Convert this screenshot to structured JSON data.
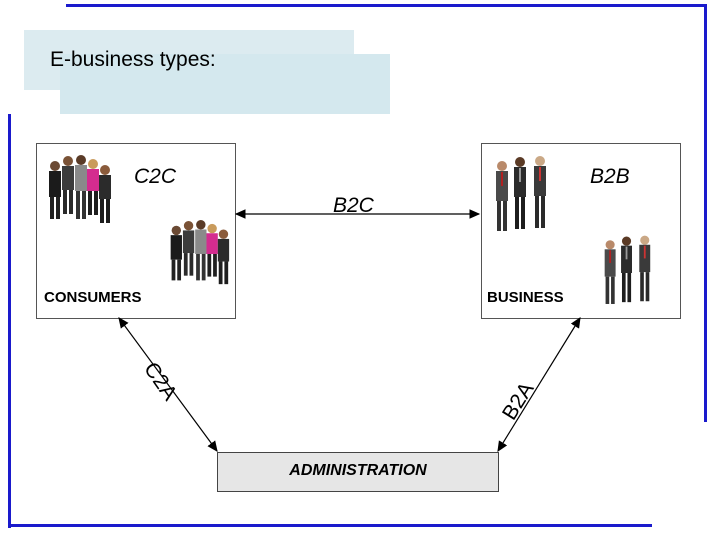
{
  "title": "E-business types:",
  "consumers_panel": {
    "label": "CONSUMERS",
    "type_label": "C2C"
  },
  "business_panel": {
    "label": "BUSINESS",
    "type_label": "B2B"
  },
  "top_link": {
    "label": "B2C"
  },
  "left_link": {
    "label": "C2A"
  },
  "right_link": {
    "label": "B2A"
  },
  "admin": {
    "label": "ADMINISTRATION"
  },
  "colors": {
    "rule": "#1a1acc",
    "title_bg": "#dcebf0",
    "admin_bg": "#e6e6e6"
  }
}
